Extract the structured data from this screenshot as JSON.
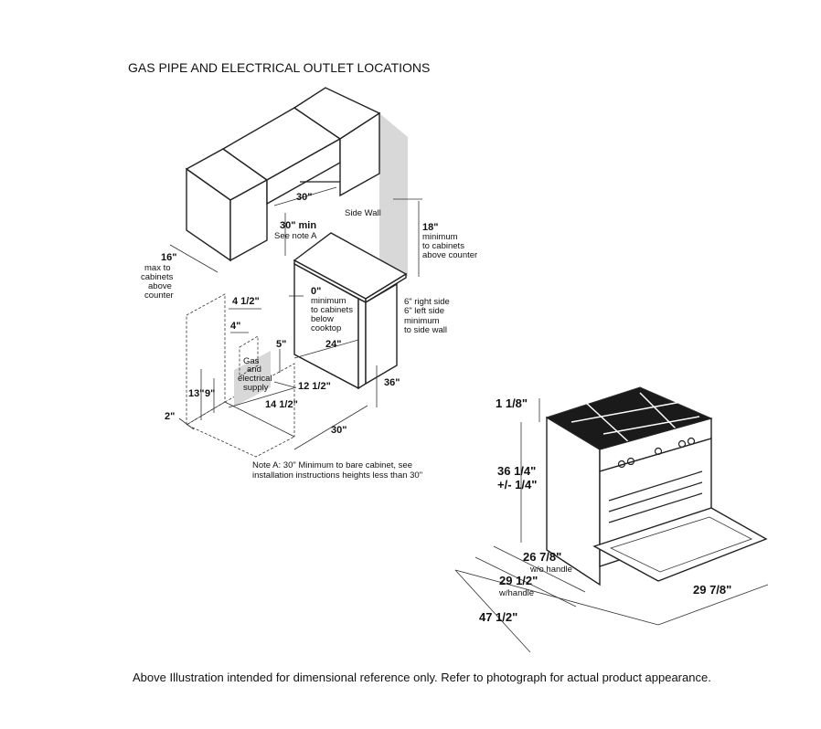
{
  "title": "GAS PIPE AND ELECTRICAL OUTLET LOCATIONS",
  "footer": "Above Illustration intended for dimensional reference only. Refer to photograph for actual product appearance.",
  "installation": {
    "hood_width": "30\"",
    "min_30": "30\" min",
    "see_note_a": "See note A",
    "side_wall": "Side Wall",
    "dim_18": "18\"",
    "min_cabinets_1": "minimum",
    "min_cabinets_2": "to cabinets",
    "min_cabinets_3": "above counter",
    "dim_16": "16\"",
    "max_1": "max to",
    "max_2": "cabinets",
    "max_3": "above",
    "max_4": "counter",
    "dim_0": "0\"",
    "zero_1": "minimum",
    "zero_2": "to cabinets",
    "zero_3": "below",
    "zero_4": "cooktop",
    "right_side": "6\" right side",
    "left_side": "6\" left side",
    "side_min": "minimum",
    "side_wall_to": "to side wall",
    "dim_4_1_2": "4 1/2\"",
    "dim_4": "4\"",
    "dim_5": "5\"",
    "dim_24": "24\"",
    "supply_1": "Gas",
    "supply_2": "and",
    "supply_3": "electrical",
    "supply_4": "supply",
    "dim_13": "13\"",
    "dim_9": "9\"",
    "dim_12_1_2": "12 1/2\"",
    "dim_14_1_2": "14 1/2\"",
    "dim_36": "36\"",
    "dim_2": "2\"",
    "dim_30_bottom": "30\"",
    "note_1": "Note A: 30\" Minimum to bare cabinet, see",
    "note_2": "installation instructions heights less than 30\""
  },
  "range": {
    "dim_1_1_8": "1 1/8\"",
    "dim_36_1_4": "36 1/4\"",
    "dim_tol": "+/- 1/4\"",
    "dim_26_7_8": "26 7/8\"",
    "wo_handle": "w/o handle",
    "dim_29_1_2": "29 1/2\"",
    "w_handle": "w/handle",
    "dim_47_1_2": "47 1/2\"",
    "dim_29_7_8": "29 7/8\""
  }
}
